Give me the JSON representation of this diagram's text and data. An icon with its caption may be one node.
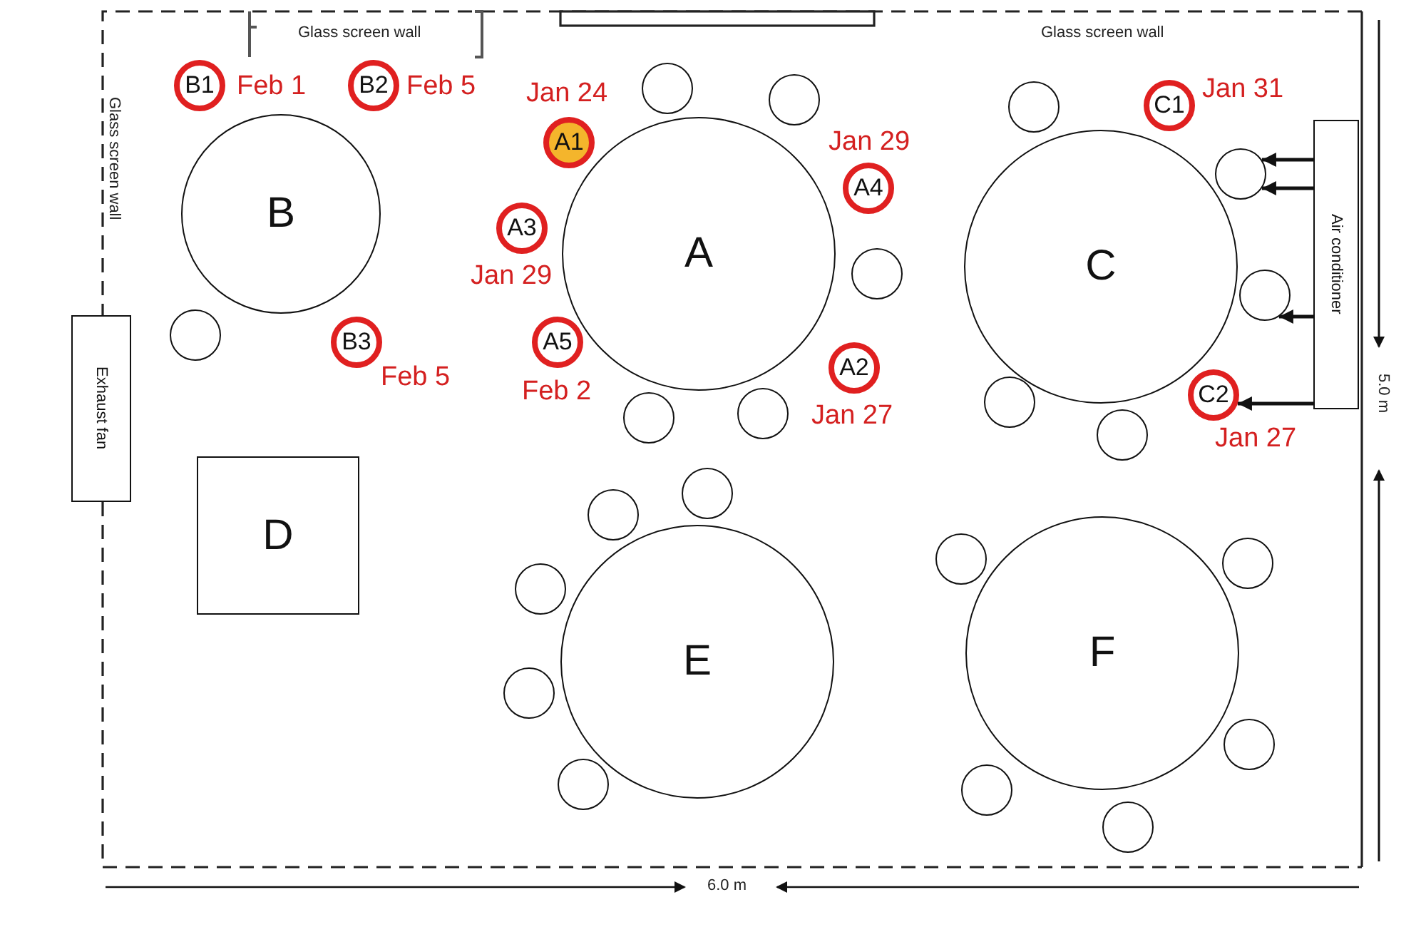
{
  "diagram": {
    "nodes": [
      {
        "text": [
          "B"
        ]
      },
      {
        "text": [
          "B1"
        ],
        "beside": [
          "Feb 1"
        ]
      },
      {
        "text": [
          "B2"
        ],
        "beside": [
          "Feb 5"
        ]
      },
      {
        "text": [
          "B3"
        ],
        "beside": [
          "Feb 5"
        ]
      },
      {
        "text": [],
        "shape": "circle"
      },
      {
        "text": [
          "A"
        ]
      },
      {
        "text": [
          "A1"
        ],
        "beside": [
          "Jan 24"
        ]
      },
      {
        "text": [
          "A2"
        ],
        "beside": [
          "Jan 27"
        ]
      },
      {
        "text": [
          "A3"
        ],
        "beside": [
          "Jan 29"
        ]
      },
      {
        "text": [
          "A4"
        ],
        "beside": [
          "Jan 29"
        ]
      },
      {
        "text": [
          "A5"
        ],
        "beside": [
          "Feb 2"
        ]
      },
      {
        "text": [],
        "shape": "circle"
      },
      {
        "text": [],
        "shape": "circle"
      },
      {
        "text": [],
        "shape": "circle"
      },
      {
        "text": [],
        "shape": "circle"
      },
      {
        "text": [],
        "shape": "circle"
      },
      {
        "text": [
          "C"
        ]
      },
      {
        "text": [
          "C1"
        ],
        "beside": [
          "Jan 31"
        ]
      },
      {
        "text": [
          "C2"
        ],
        "beside": [
          "Jan 27"
        ]
      },
      {
        "text": [],
        "shape": "circle"
      },
      {
        "text": [],
        "shape": "circle"
      },
      {
        "text": [],
        "shape": "circle"
      },
      {
        "text": [],
        "shape": "circle"
      },
      {
        "text": [],
        "shape": "circle"
      },
      {
        "text": [
          "D"
        ]
      },
      {
        "text": [
          "E"
        ]
      },
      {
        "text": [],
        "shape": "circle"
      },
      {
        "text": [],
        "shape": "circle"
      },
      {
        "text": [],
        "shape": "circle"
      },
      {
        "text": [],
        "shape": "circle"
      },
      {
        "text": [],
        "shape": "circle"
      },
      {
        "text": [
          "F"
        ]
      },
      {
        "text": [],
        "shape": "circle"
      },
      {
        "text": [],
        "shape": "circle"
      },
      {
        "text": [],
        "shape": "circle"
      },
      {
        "text": [],
        "shape": "circle"
      },
      {
        "text": [],
        "shape": "circle"
      },
      {
        "text": [
          "Exhaust fan"
        ]
      },
      {
        "text": [
          "Air conditioner"
        ]
      }
    ],
    "edges": [
      {
        "from": 38,
        "to": 20,
        "arrow": "to"
      },
      {
        "from": 38,
        "to": 20,
        "arrow": "to"
      },
      {
        "from": 38,
        "to": 21,
        "arrow": "to"
      },
      {
        "from": 38,
        "to": 18,
        "arrow": "to"
      }
    ],
    "labels": [
      "Glass screen wall",
      "Glass screen wall",
      "Glass screen wall",
      "5.0 m",
      "6.0 m"
    ]
  }
}
